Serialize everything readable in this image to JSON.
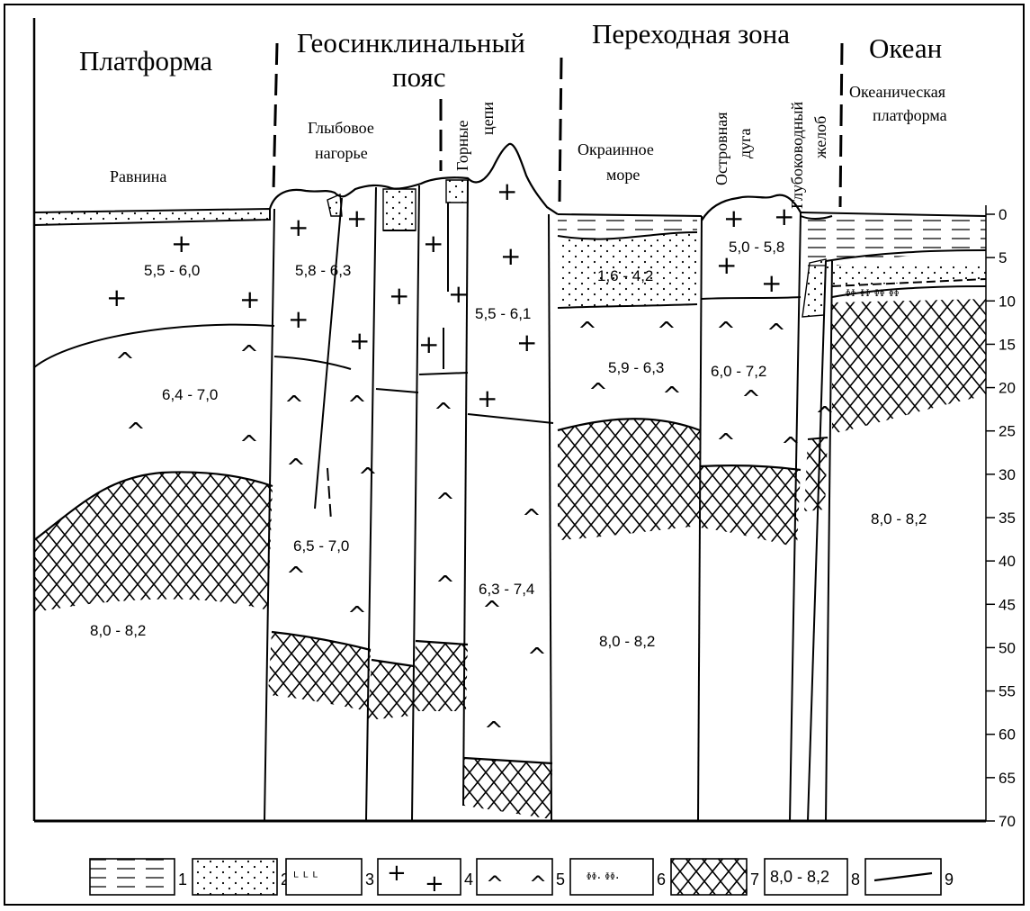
{
  "zones": {
    "platform": "Платформа",
    "geosyncline_line1": "Геосинклинальный",
    "geosyncline_line2": "пояс",
    "transition": "Переходная зона",
    "ocean": "Океан"
  },
  "sublabels": {
    "plain": "Равнина",
    "block_line1": "Глыбовое",
    "block_line2": "нагорье",
    "mountains_line1": "Горные",
    "mountains_line2": "цепи",
    "marginal_line1": "Окраинное",
    "marginal_line2": "море",
    "arc_line1": "Островная",
    "arc_line2": "дуга",
    "trench_line1": "Глубоководный",
    "trench_line2": "желоб",
    "oceanic_line1": "Океаническая",
    "oceanic_line2": "платформа"
  },
  "velocities": {
    "platform_upper": "5,5 - 6,0",
    "platform_lower": "6,4 - 7,0",
    "platform_mantle": "8,0 - 8,2",
    "block_upper": "5,8 - 6,3",
    "block_lower": "6,5 - 7,0",
    "mountains_upper": "5,5 - 6,1",
    "mountains_lower": "6,3 - 7,4",
    "marginal_sed": "1,6 - 4,2",
    "marginal_lower": "5,9 - 6,3",
    "marginal_mantle": "8,0 - 8,2",
    "arc_upper": "5,0 - 5,8",
    "arc_lower": "6,0 - 7,2",
    "ocean_mantle": "8,0 - 8,2"
  },
  "depth_ticks": [
    "0",
    "5",
    "10",
    "15",
    "20",
    "25",
    "30",
    "35",
    "40",
    "45",
    "50",
    "55",
    "60",
    "65",
    "70"
  ],
  "legend": {
    "items": [
      "1",
      "2",
      "3",
      "4",
      "5",
      "6",
      "7",
      "8",
      "9"
    ],
    "velocity_sample": "8,0 - 8,2"
  }
}
